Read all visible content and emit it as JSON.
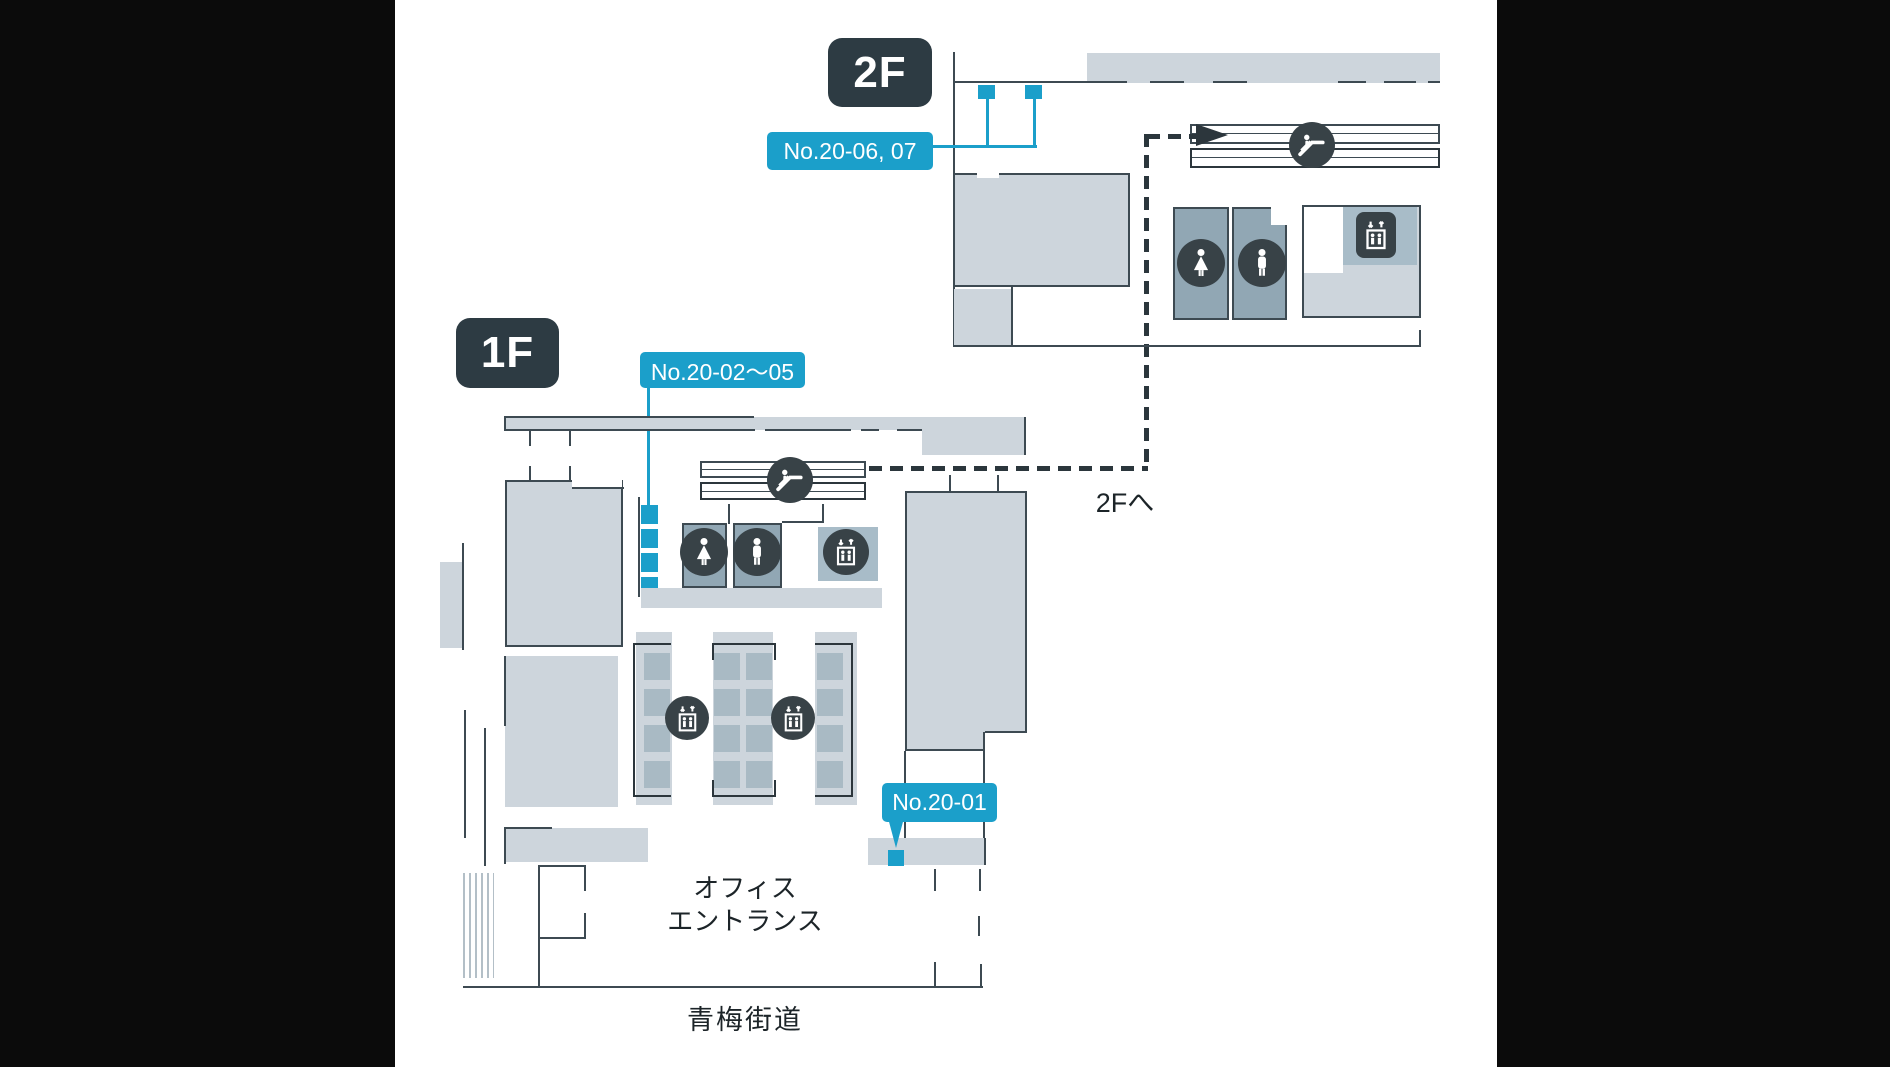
{
  "floors": {
    "f2": {
      "badge": "2F",
      "units_label": "No.20-06, 07"
    },
    "f1": {
      "badge": "1F",
      "units_label": "No.20-02〜05",
      "unit01_label": "No.20-01"
    }
  },
  "annotations": {
    "to_2f": "2Fへ",
    "entrance_line1": "オフィス",
    "entrance_line2": "エントランス",
    "street": "青梅街道"
  },
  "icons": [
    "escalator-icon (2F)",
    "escalator-icon (1F)",
    "women-restroom-icon (2F)",
    "men-restroom-icon (2F)",
    "women-restroom-icon (1F)",
    "men-restroom-icon (1F)",
    "elevator-icon (2F)",
    "elevator-icon (1F lobby)",
    "elevator-icon (1F bank left)",
    "elevator-icon (1F bank right)",
    "direction-arrow-icon"
  ],
  "colors": {
    "accent_cyan": "#1b9fca",
    "badge_dark": "#2d3b43",
    "wall_dark": "#3d4a52",
    "room_light": "#cdd5dc",
    "room_mid": "#91a7b4",
    "icon_bg": "#384247",
    "elevator_cell": "#a9bac4",
    "background_black": "#0b0b0b",
    "dashed_route": "#2b363c"
  }
}
